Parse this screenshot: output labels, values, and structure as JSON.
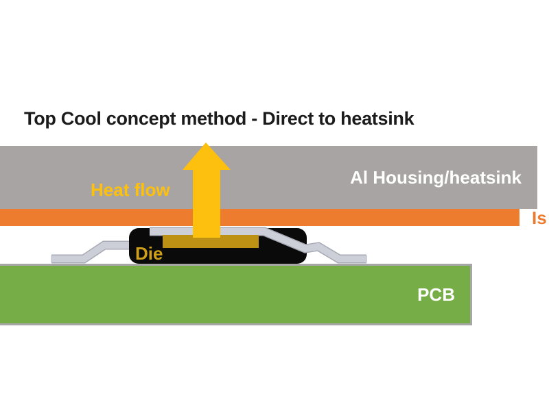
{
  "title": "Top Cool concept method - Direct to heatsink",
  "diagram": {
    "labels": {
      "housing": "Al Housing/heatsink",
      "heat_flow": "Heat flow",
      "isolator_partial": "Is",
      "die": "Die",
      "pcb": "PCB"
    },
    "colors": {
      "title_black": "#1b1b1b",
      "housing_gray": "#a9a4a4",
      "isolator_orange": "#ee7c2e",
      "arrow_yellow": "#fdc00f",
      "die_gold": "#bd9214",
      "die_label_gold": "#cfa017",
      "package_black": "#0a0a0a",
      "pcb_green": "#77ad47",
      "pcb_border_gray": "#a6a6a6",
      "lead_gray": "#ccced8",
      "lead_outline_gray": "#a7aab4",
      "label_white": "#ffffff"
    }
  }
}
